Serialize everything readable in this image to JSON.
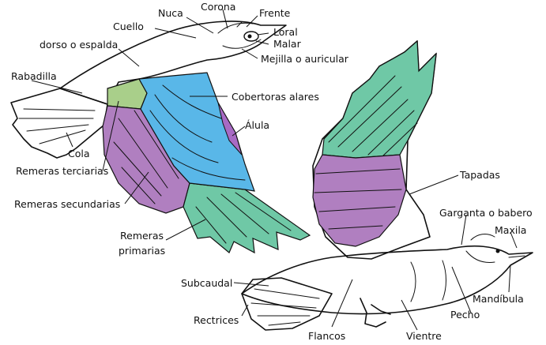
{
  "labels": {
    "nuca": "Nuca",
    "corona": "Corona",
    "frente": "Frente",
    "cuello": "Cuello",
    "loral": "Loral",
    "malar": "Malar",
    "dorso": "dorso o espalda",
    "mejilla": "Mejilla o auricular",
    "rabadilla": "Rabadilla",
    "cobertoras": "Cobertoras alares",
    "alula": "Álula",
    "cola": "Cola",
    "terciarias": "Remeras terciarias",
    "tapadas": "Tapadas",
    "secundarias": "Remeras secundarias",
    "garganta": "Garganta o babero",
    "maxila": "Maxila",
    "primarias_1": "Remeras",
    "primarias_2": "primarias",
    "subcaudal": "Subcaudal",
    "mandibula": "Mandíbula",
    "pecho": "Pecho",
    "rectrices": "Rectrices",
    "flancos": "Flancos",
    "vientre": "Vientre"
  },
  "colors": {
    "terciarias": "#a9cf8a",
    "cobertoras": "#59b7e8",
    "secundarias": "#b07fc0",
    "primarias": "#6fc8a6",
    "alula": "#a86ac4",
    "ink": "#111111"
  }
}
